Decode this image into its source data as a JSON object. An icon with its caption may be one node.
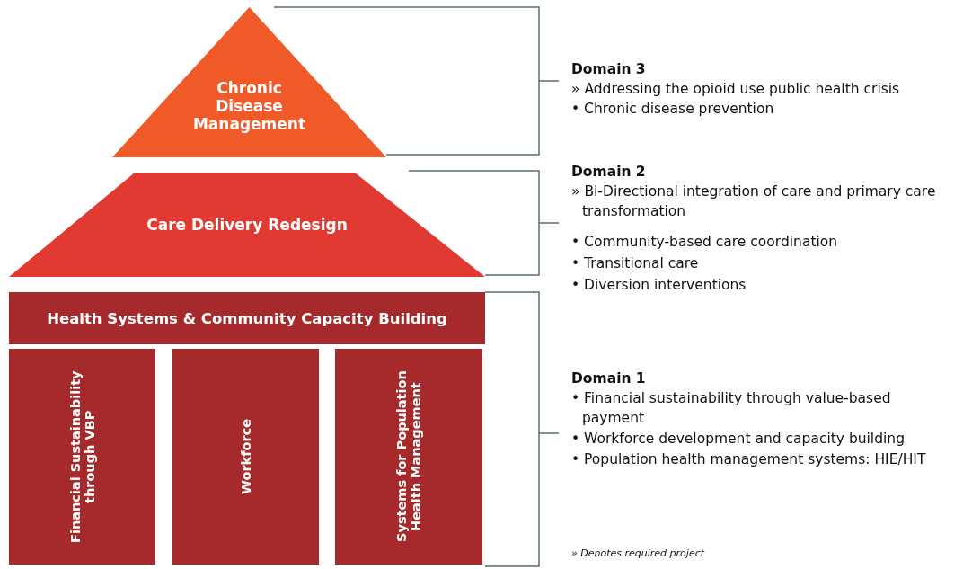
{
  "diagram": {
    "nodes": [
      {
        "text": [
          "Chronic Disease Management"
        ]
      },
      {
        "text": [
          "Care Delivery Redesign"
        ]
      },
      {
        "text": [
          "Health Systems & Community Capacity Building"
        ]
      },
      {
        "text": [
          "Financial Sustainability through VBP"
        ]
      },
      {
        "text": [
          "Workforce"
        ]
      },
      {
        "text": [
          "Systems for Population Health Management"
        ]
      }
    ],
    "edges": [],
    "labels": [
      "Domain 3",
      "» Addressing the opioid use public health crisis",
      "• Chronic disease prevention",
      "Domain 2",
      "» Bi-Directional integration of care and primary care transformation",
      "• Community-based care coordination",
      "• Transitional care",
      "• Diversion interventions",
      "Domain 1",
      "• Financial sustainability through value-based payment",
      "• Workforce development and capacity building",
      "• Population health management systems: HIE/HIT",
      "» Denotes required project"
    ]
  }
}
